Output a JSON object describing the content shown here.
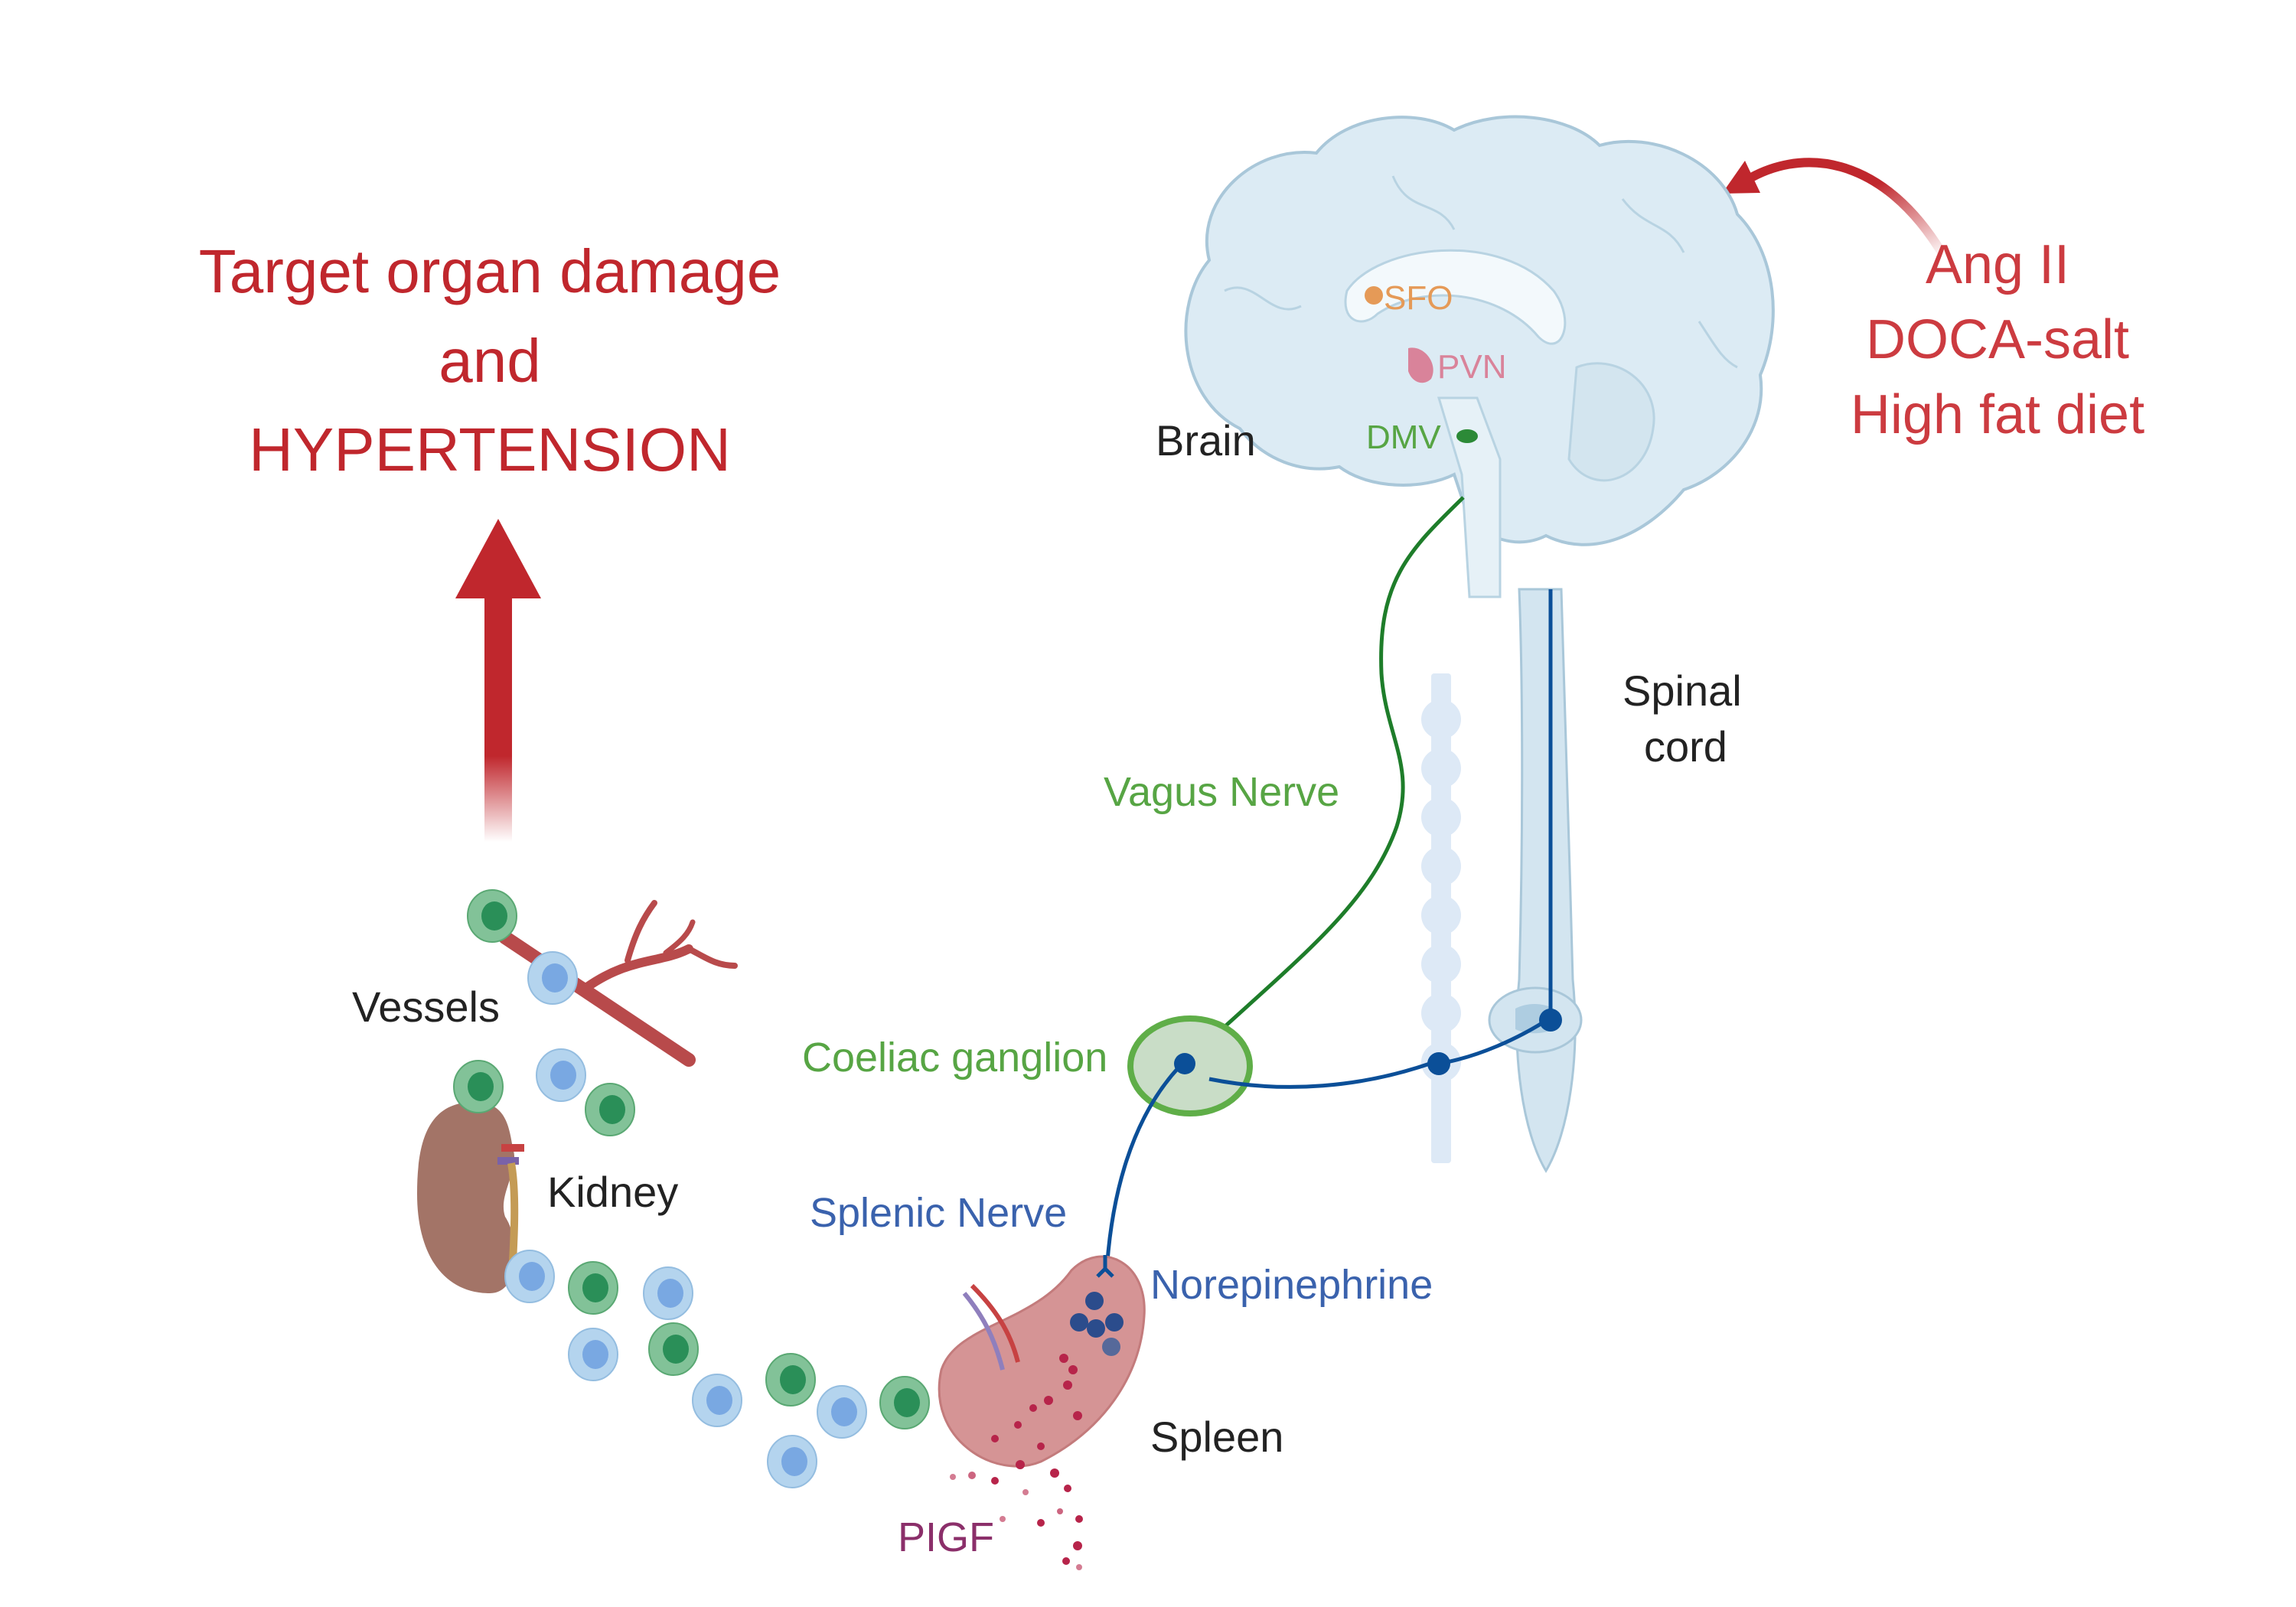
{
  "outcome": {
    "line1": "Target organ damage",
    "line2": "and",
    "line3": "HYPERTENSION"
  },
  "stimuli": [
    "Ang II",
    "DOCA-salt",
    "High fat diet"
  ],
  "brain": {
    "label": "Brain",
    "nuclei": {
      "sfo": "SFO",
      "pvn": "PVN",
      "dmv": "DMV"
    }
  },
  "spinal_cord": {
    "line1": "Spinal",
    "line2": "cord"
  },
  "nerves": {
    "vagus": "Vagus Nerve",
    "splenic": "Splenic Nerve",
    "coeliac": "Coeliac ganglion"
  },
  "organs": {
    "vessels": "Vessels",
    "kidney": "Kidney",
    "spleen": "Spleen"
  },
  "mediators": {
    "norepinephrine": "Norepinephrine",
    "pigf": "PIGF"
  },
  "colors": {
    "red": "#c0272d",
    "vagus_green": "#1e7d2a",
    "sympathetic_blue": "#0b4f98",
    "brain_fill": "#dcebf4",
    "spleen_fill": "#d59495",
    "kidney_fill": "#a37467"
  }
}
